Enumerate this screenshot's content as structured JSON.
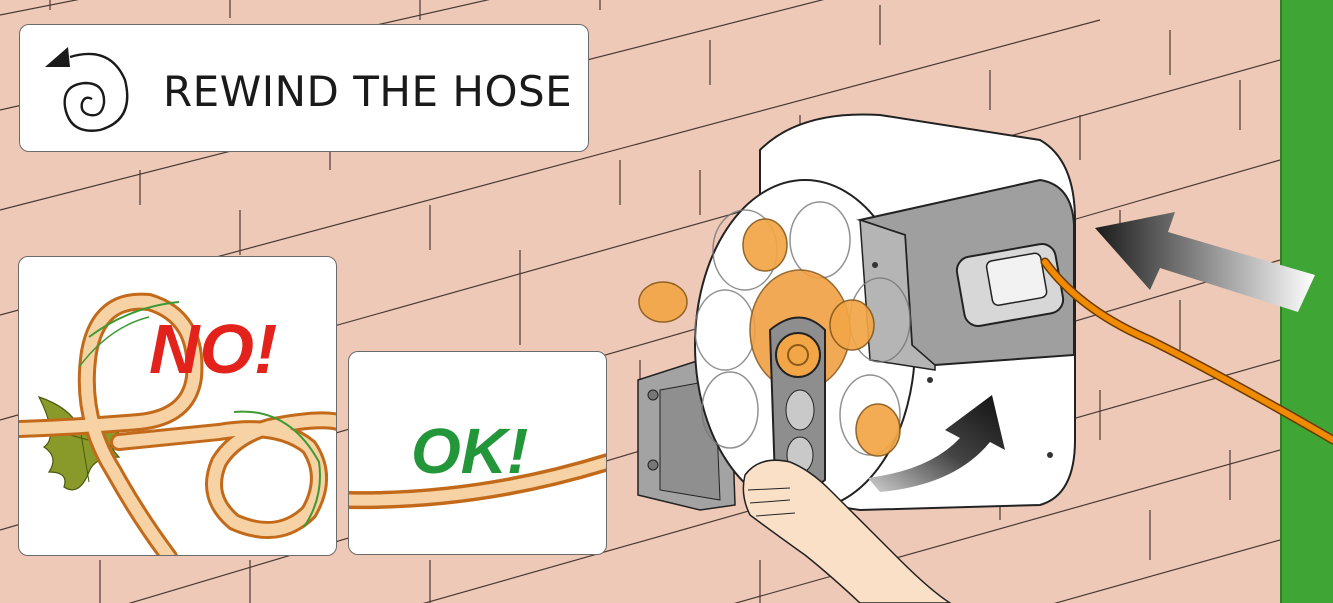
{
  "title": {
    "text": "REWIND THE HOSE",
    "icon": "rewind-spiral-icon"
  },
  "bad_example": {
    "label": "NO!",
    "icon": "tangled-hose-icon"
  },
  "good_example": {
    "label": "OK!",
    "icon": "straight-hose-icon"
  },
  "illustration": {
    "icon": "wall-mounted-hose-reel-icon"
  },
  "colors": {
    "wall": "#efc9b7",
    "brick_lines": "#4a3a33",
    "grass": "#3fa535",
    "hose": "#f08a00",
    "no_label": "#e3231b",
    "ok_label": "#23963a",
    "reel_body": "#ffffff",
    "reel_accent": "#a8a8a8"
  }
}
